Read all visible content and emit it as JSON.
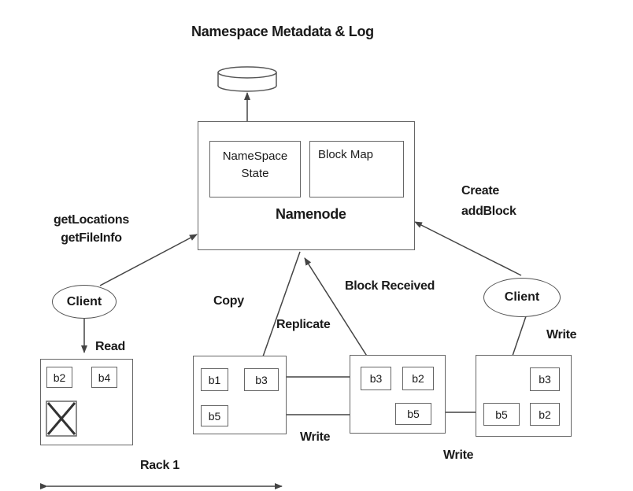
{
  "title": "Namespace Metadata & Log",
  "namenode": {
    "label": "Namenode",
    "namespace_state_line1": "NameSpace",
    "namespace_state_line2": "State",
    "block_map": "Block Map"
  },
  "labels": {
    "get_locations": "getLocations",
    "get_file_info": "getFileInfo",
    "create": "Create",
    "add_block": "addBlock",
    "copy": "Copy",
    "replicate": "Replicate",
    "block_received": "Block Received",
    "read": "Read",
    "write_right": "Write",
    "write_mid": "Write",
    "write_bottom": "Write",
    "rack": "Rack 1"
  },
  "clients": {
    "left": "Client",
    "right": "Client"
  },
  "datanodes": {
    "dn1": [
      "b2",
      "b4"
    ],
    "dn2": [
      "b1",
      "b3",
      "b5"
    ],
    "dn3": [
      "b3",
      "b2",
      "b5"
    ],
    "dn4": [
      "b3",
      "b5",
      "b2"
    ]
  }
}
